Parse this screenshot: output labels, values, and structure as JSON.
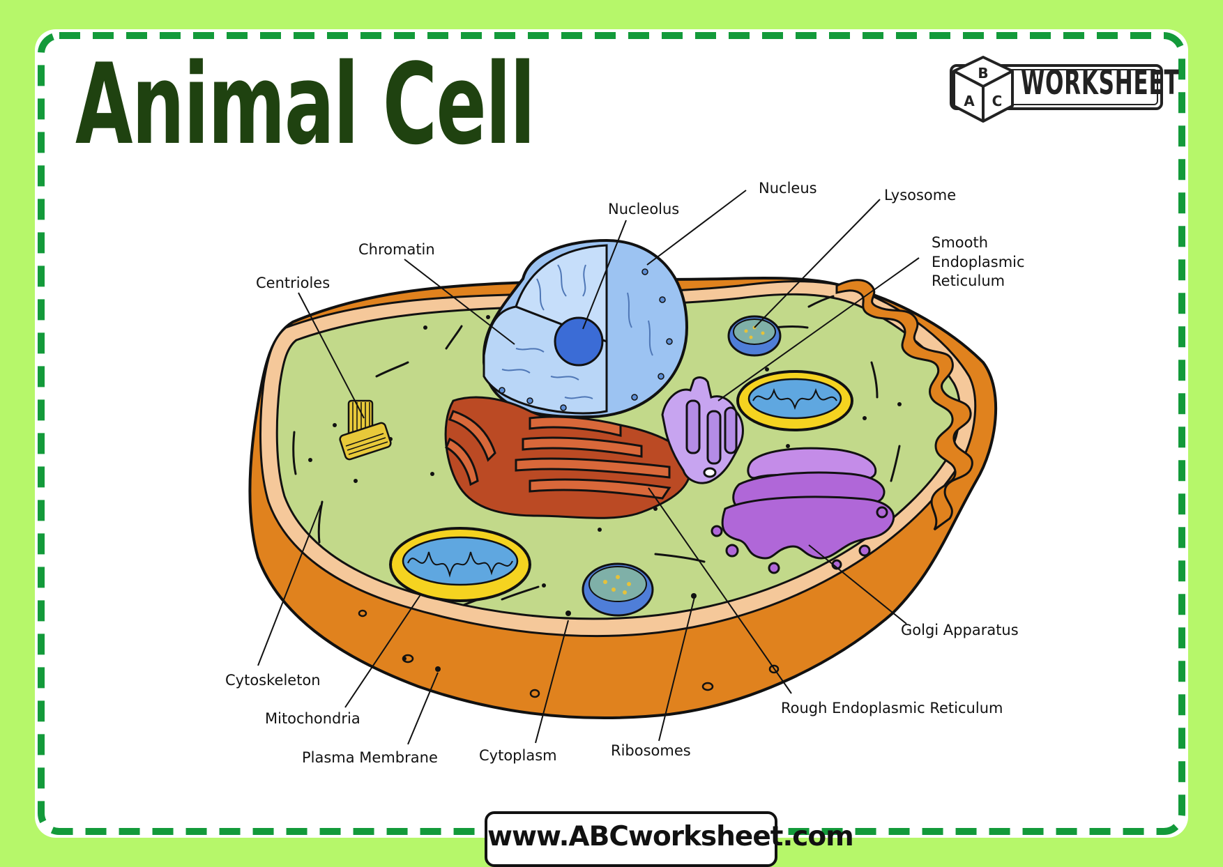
{
  "title": "Animal Cell",
  "logo": {
    "letters": [
      "A",
      "B",
      "C"
    ],
    "word": "WORKSHEET"
  },
  "labels": {
    "nucleus": "Nucleus",
    "lysosome": "Lysosome",
    "nucleolus": "Nucleolus",
    "smooth_er": [
      "Smooth",
      "Endoplasmic",
      "Reticulum"
    ],
    "chromatin": "Chromatin",
    "centrioles": "Centrioles",
    "golgi": "Golgi Apparatus",
    "cytoskeleton": "Cytoskeleton",
    "rough_er": "Rough Endoplasmic Reticulum",
    "mitochondria": "Mitochondria",
    "ribosomes": "Ribosomes",
    "plasma_membrane": "Plasma Membrane",
    "cytoplasm": "Cytoplasm"
  },
  "footer_url": "www.ABCworksheet.com",
  "colors": {
    "background": "#b6f76a",
    "border_dash": "#139a3a",
    "title": "#1f4210",
    "cytoplasm": "#c2d98a",
    "membrane": "#e0821e",
    "nucleus": "#9cc3f2",
    "mitochondria": "#f5d320",
    "golgi": "#b067d8",
    "rough_er": "#bb4a24",
    "smooth_er": "#c7a4f0",
    "centrioles": "#e8c93a"
  }
}
